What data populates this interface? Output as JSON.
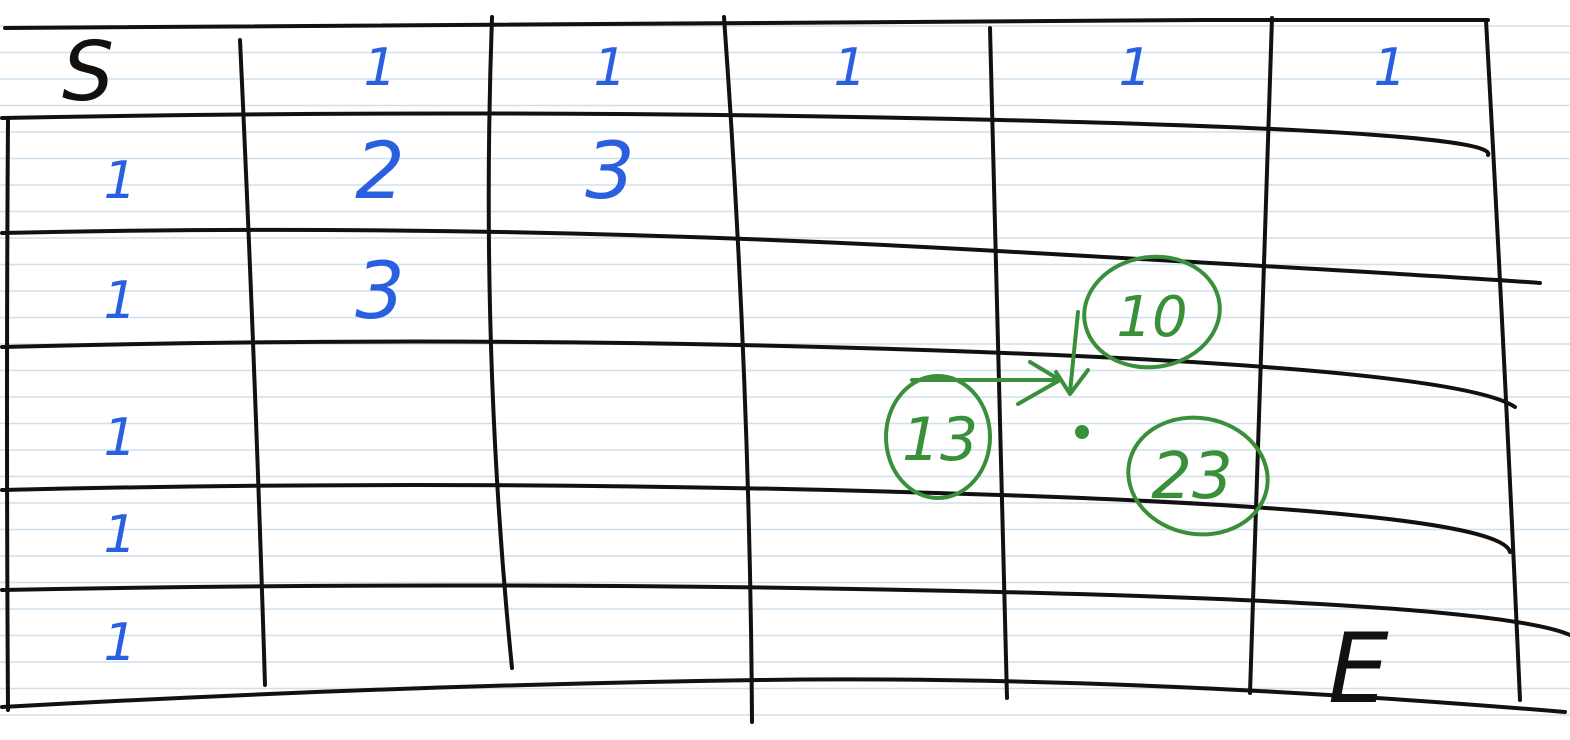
{
  "colors": {
    "paper": "#ffffff",
    "ruled_line": "#cfe0ee",
    "grid_ink": "#111111",
    "blue_ink": "#2a5fe0",
    "green_ink": "#3a8f3a"
  },
  "grid": {
    "rows": 6,
    "cols": 6,
    "start_label": "S",
    "end_label": "E",
    "cells": [
      [
        "S",
        "1",
        "1",
        "1",
        "1",
        "1"
      ],
      [
        "1",
        "2",
        "3",
        "",
        "",
        ""
      ],
      [
        "1",
        "3",
        "",
        "",
        "",
        ""
      ],
      [
        "1",
        "",
        "",
        "",
        "",
        ""
      ],
      [
        "1",
        "",
        "",
        "",
        "",
        ""
      ],
      [
        "1",
        "",
        "",
        "",
        "",
        "E"
      ]
    ]
  },
  "annotation": {
    "top_value": "10",
    "left_value": "13",
    "result_value": "23"
  }
}
